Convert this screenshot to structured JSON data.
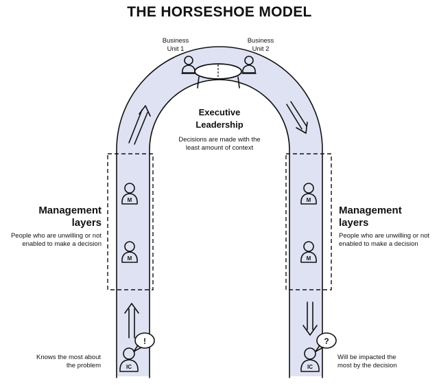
{
  "title": "THE HORSESHOE MODEL",
  "colors": {
    "band_fill": "#dfe2f2",
    "ink": "#111111",
    "background": "#ffffff"
  },
  "top": {
    "unit1": {
      "line1": "Business",
      "line2": "Unit 1"
    },
    "unit2": {
      "line1": "Business",
      "line2": "Unit 2"
    }
  },
  "executive": {
    "title_line1": "Executive",
    "title_line2": "Leadership",
    "desc_line1": "Decisions are made with the",
    "desc_line2": "least amount of context"
  },
  "management_left": {
    "title_line1": "Management",
    "title_line2": "layers",
    "desc_line1": "People who are unwilling or not",
    "desc_line2": "enabled to make a decision",
    "badge": "M"
  },
  "management_right": {
    "title_line1": "Management",
    "title_line2": "layers",
    "desc_line1": "People who are unwilling or not",
    "desc_line2": "enabled to make a decision",
    "badge": "M"
  },
  "ic_left": {
    "badge": "IC",
    "bubble": "!",
    "desc_line1": "Knows the most about",
    "desc_line2": "the problem"
  },
  "ic_right": {
    "badge": "IC",
    "bubble": "?",
    "desc_line1": "Will be impacted the",
    "desc_line2": "most by the decision"
  },
  "icons": [
    "person-icon",
    "manager-person-icon",
    "ic-person-icon",
    "speech-bubble-icon",
    "arrow-icon",
    "meeting-table-icon"
  ]
}
